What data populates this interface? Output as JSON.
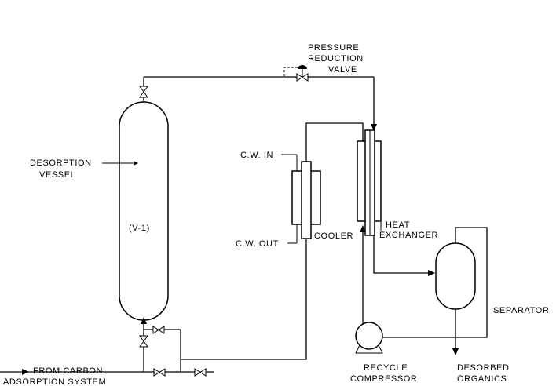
{
  "labels": {
    "pressure_line1": "PRESSURE",
    "pressure_line2": "REDUCTION",
    "pressure_line3": "VALVE",
    "desorption_line1": "DESORPTION",
    "desorption_line2": "VESSEL",
    "vessel_id": "(V-1)",
    "cw_in": "C.W. IN",
    "cw_out": "C.W. OUT",
    "cooler": "COOLER",
    "heat_line1": "HEAT",
    "heat_line2": "EXCHANGER",
    "separator": "SEPARATOR",
    "recycle_line1": "RECYCLE",
    "recycle_line2": "COMPRESSOR",
    "desorbed_line1": "DESORBED",
    "desorbed_line2": "ORGANICS",
    "from_line1": "FROM CARBON",
    "from_line2": "ADSORPTION SYSTEM"
  }
}
